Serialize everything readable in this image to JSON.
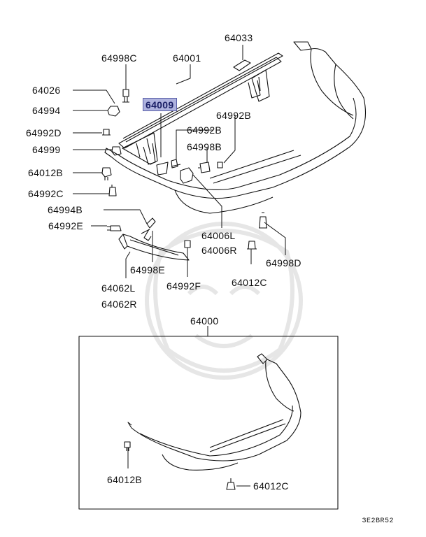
{
  "drawing_code": "3E2BR52",
  "labels": [
    {
      "id": "64033",
      "text": "64033"
    },
    {
      "id": "64998c",
      "text": "64998C"
    },
    {
      "id": "64001",
      "text": "64001"
    },
    {
      "id": "64026",
      "text": "64026"
    },
    {
      "id": "64009",
      "text": "64009"
    },
    {
      "id": "64994",
      "text": "64994"
    },
    {
      "id": "64992b-1",
      "text": "64992B"
    },
    {
      "id": "64992d",
      "text": "64992D"
    },
    {
      "id": "64992b-2",
      "text": "64992B"
    },
    {
      "id": "64998b",
      "text": "64998B"
    },
    {
      "id": "64999",
      "text": "64999"
    },
    {
      "id": "64012b-1",
      "text": "64012B"
    },
    {
      "id": "64992c",
      "text": "64992C"
    },
    {
      "id": "64994b",
      "text": "64994B"
    },
    {
      "id": "64992e",
      "text": "64992E"
    },
    {
      "id": "64006l",
      "text": "64006L"
    },
    {
      "id": "64006r",
      "text": "64006R"
    },
    {
      "id": "64998d",
      "text": "64998D"
    },
    {
      "id": "64998e",
      "text": "64998E"
    },
    {
      "id": "64012c-1",
      "text": "64012C"
    },
    {
      "id": "64062l",
      "text": "64062L"
    },
    {
      "id": "64062r",
      "text": "64062R"
    },
    {
      "id": "64992f",
      "text": "64992F"
    },
    {
      "id": "64000",
      "text": "64000"
    },
    {
      "id": "64012b-2",
      "text": "64012B"
    },
    {
      "id": "64012c-2",
      "text": "64012C"
    }
  ],
  "highlight": "64009",
  "colors": {
    "highlight_fill": "#aeb2de",
    "highlight_border": "#5a5fa8",
    "line": "#111111"
  }
}
